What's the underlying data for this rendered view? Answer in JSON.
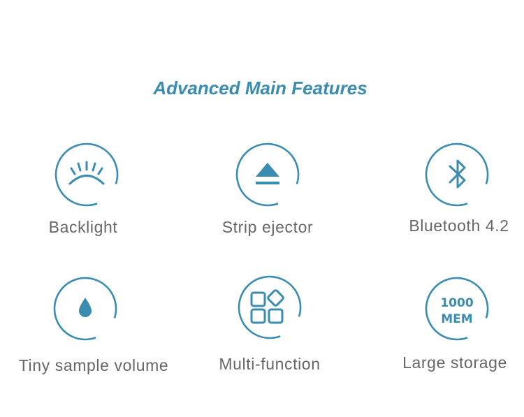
{
  "title": "Advanced Main Features",
  "accent_color": "#3a8db0",
  "features": [
    {
      "label": "Backlight",
      "icon": "backlight-icon"
    },
    {
      "label": "Strip ejector",
      "icon": "eject-icon"
    },
    {
      "label": "Bluetooth 4.2",
      "icon": "bluetooth-icon"
    },
    {
      "label": "Tiny sample volume",
      "icon": "droplet-icon"
    },
    {
      "label": "Multi-function",
      "icon": "apps-grid-icon"
    },
    {
      "label": "Large storage",
      "icon": "memory-icon",
      "icon_text": [
        "1000",
        "MEM"
      ]
    }
  ]
}
